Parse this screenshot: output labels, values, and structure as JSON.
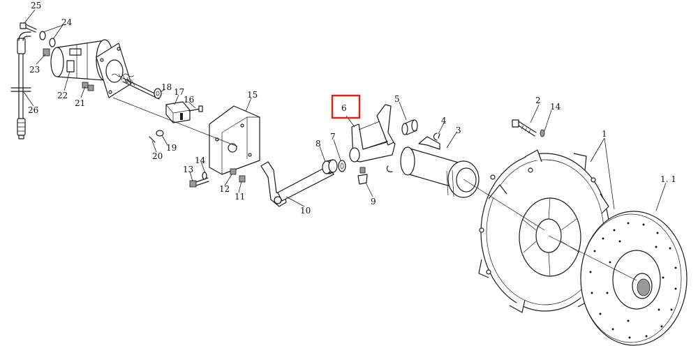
{
  "highlight_color": "#d9241c",
  "highlighted_part": "6",
  "callouts": [
    {
      "id": "c25",
      "label": "25"
    },
    {
      "id": "c24",
      "label": "24"
    },
    {
      "id": "c23",
      "label": "23"
    },
    {
      "id": "c22",
      "label": "22"
    },
    {
      "id": "c21",
      "label": "21"
    },
    {
      "id": "c26",
      "label": "26"
    },
    {
      "id": "c18",
      "label": "18"
    },
    {
      "id": "c17",
      "label": "17"
    },
    {
      "id": "c16",
      "label": "16"
    },
    {
      "id": "c15",
      "label": "15"
    },
    {
      "id": "c19",
      "label": "19"
    },
    {
      "id": "c20",
      "label": "20"
    },
    {
      "id": "c14a",
      "label": "14"
    },
    {
      "id": "c13",
      "label": "13"
    },
    {
      "id": "c12",
      "label": "12"
    },
    {
      "id": "c11",
      "label": "11"
    },
    {
      "id": "c10",
      "label": "10"
    },
    {
      "id": "c8",
      "label": "8"
    },
    {
      "id": "c7",
      "label": "7"
    },
    {
      "id": "c6",
      "label": "6"
    },
    {
      "id": "c5",
      "label": "5"
    },
    {
      "id": "c4",
      "label": "4"
    },
    {
      "id": "c3",
      "label": "3"
    },
    {
      "id": "c9",
      "label": "9"
    },
    {
      "id": "c2",
      "label": "2"
    },
    {
      "id": "c14b",
      "label": "14"
    },
    {
      "id": "c1",
      "label": "1"
    },
    {
      "id": "c1_1",
      "label": "1. 1"
    }
  ]
}
